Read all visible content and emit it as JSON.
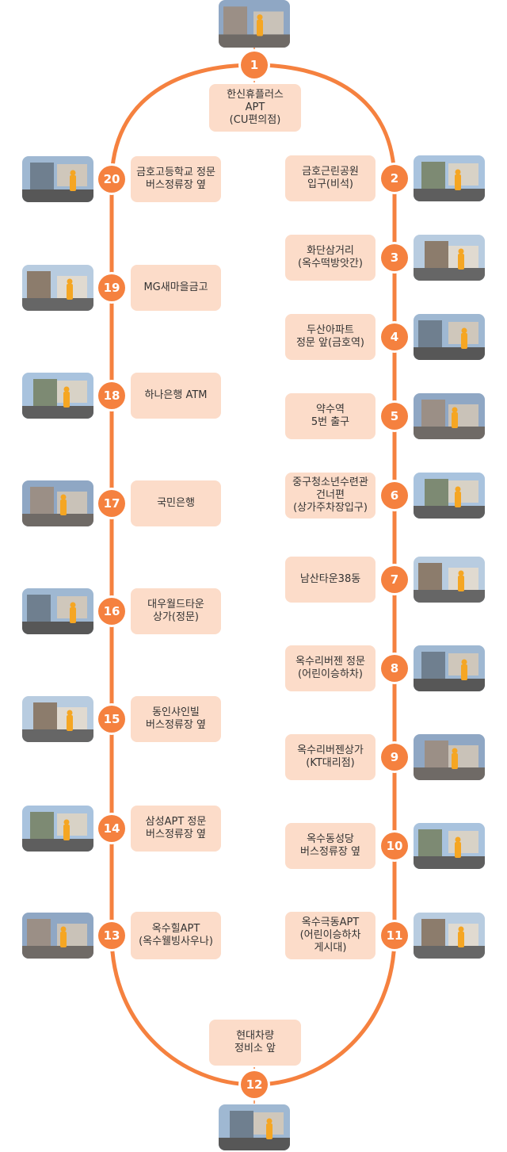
{
  "colors": {
    "route": "#f5813f",
    "badge": "#f5813f",
    "label_bg": "#fcdcc9",
    "label_text": "#333333",
    "marker": "#f5a623"
  },
  "stops": [
    {
      "number": "1",
      "label": "한신휴플러스\nAPT\n(CU편의점)"
    },
    {
      "number": "2",
      "label": "금호근린공원\n입구(비석)"
    },
    {
      "number": "3",
      "label": "화단삼거리\n(옥수떡방앗간)"
    },
    {
      "number": "4",
      "label": "두산아파트\n정문 앞(금호역)"
    },
    {
      "number": "5",
      "label": "약수역\n5번 출구"
    },
    {
      "number": "6",
      "label": "중구청소년수련관\n건너편\n(상가주차장입구)"
    },
    {
      "number": "7",
      "label": "남산타운38동"
    },
    {
      "number": "8",
      "label": "옥수리버젠 정문\n(어린이승하차)"
    },
    {
      "number": "9",
      "label": "옥수리버젠상가\n(KT대리점)"
    },
    {
      "number": "10",
      "label": "옥수동성당\n버스정류장 옆"
    },
    {
      "number": "11",
      "label": "옥수극동APT\n(어린이승하차\n게시대)"
    },
    {
      "number": "12",
      "label": "현대차량\n정비소 앞"
    },
    {
      "number": "13",
      "label": "옥수힐APT\n(옥수웰빙사우나)"
    },
    {
      "number": "14",
      "label": "삼성APT 정문\n버스정류장 옆"
    },
    {
      "number": "15",
      "label": "동인샤인빌\n버스정류장 옆"
    },
    {
      "number": "16",
      "label": "대우월드타운\n상가(정문)"
    },
    {
      "number": "17",
      "label": "국민은행"
    },
    {
      "number": "18",
      "label": "하나은행 ATM"
    },
    {
      "number": "19",
      "label": "MG새마을금고"
    },
    {
      "number": "20",
      "label": "금호고등학교 정문\n버스정류장 옆"
    }
  ]
}
